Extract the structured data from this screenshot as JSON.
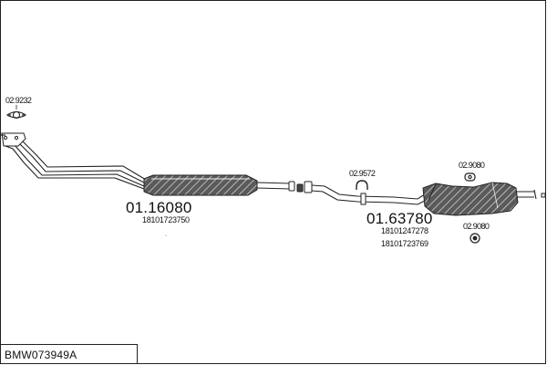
{
  "diagram": {
    "assembly_code": "BMW073949A",
    "parts": {
      "gasket_left": {
        "number": "02.9232"
      },
      "front_section": {
        "number": "01.16080",
        "oe_number": "18101723750"
      },
      "clamp_middle": {
        "number": "02.9572"
      },
      "rear_silencer": {
        "number": "01.63780",
        "oe_numbers": [
          "18101247278",
          "18101723769"
        ]
      },
      "rubber_top": {
        "number": "02.9080"
      },
      "rubber_bottom": {
        "number": "02.9080"
      }
    }
  }
}
